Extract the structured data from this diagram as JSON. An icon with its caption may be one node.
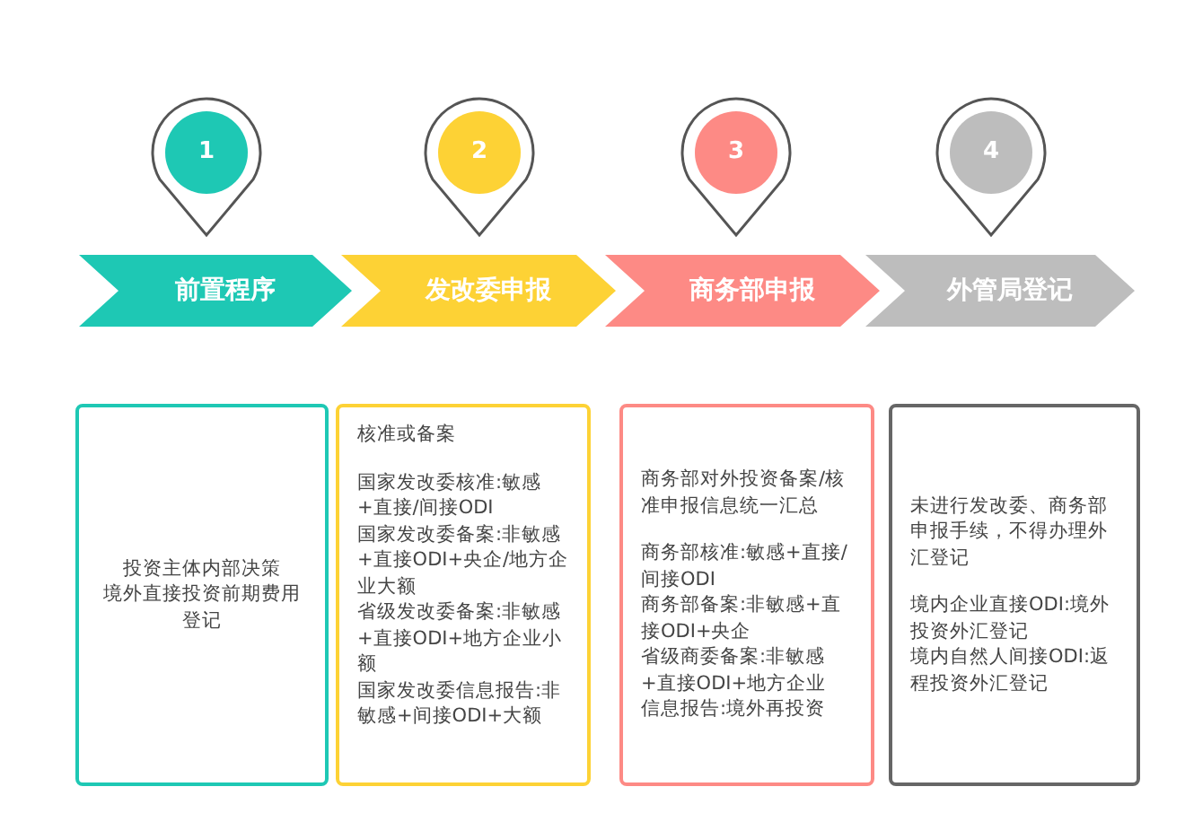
{
  "diagram": {
    "nodes": [
      {
        "text": [
          "1"
        ]
      },
      {
        "text": [
          "2"
        ]
      },
      {
        "text": [
          "3"
        ]
      },
      {
        "text": [
          "4"
        ]
      },
      {
        "text": [
          "前置程序"
        ]
      },
      {
        "text": [
          "发改委申报"
        ]
      },
      {
        "text": [
          "商务部申报"
        ]
      },
      {
        "text": [
          "外管局登记"
        ]
      },
      {
        "text": [
          "投资主体内部决策",
          "境外直接投资前期费用登记"
        ]
      },
      {
        "text": [
          "核准或备案",
          "国家发改委核准:敏感+直接/间接ODI",
          "国家发改委备案:非敏感+直接ODI+央企/地方企业大额",
          "省级发改委备案:非敏感+直接ODI+地方企业小额",
          "国家发改委信息报告:非敏感+间接ODI+大额"
        ]
      },
      {
        "text": [
          "商务部对外投资备案/核准申报信息统一汇总",
          "商务部核准:敏感+直接/间接ODI",
          "商务部备案:非敏感+直接ODI+央企",
          "省级商委备案:非敏感+直接ODI+地方企业",
          "信息报告:境外再投资"
        ]
      },
      {
        "text": [
          "未进行发改委、商务部申报手续，不得办理外汇登记",
          "境内企业直接ODI:境外投资外汇登记",
          "境内自然人间接ODI:返程投资外汇登记"
        ]
      }
    ]
  }
}
